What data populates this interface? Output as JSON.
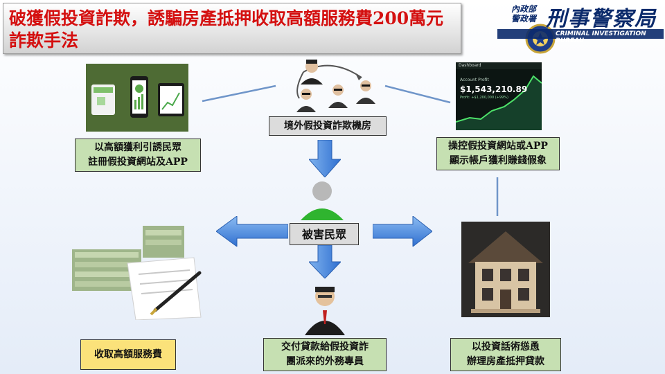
{
  "title": "破獲假投資詐欺，誘騙房產抵押收取高額服務費200萬元詐欺手法",
  "logo": {
    "agency_small": "內政部\n警政署",
    "agency_main": "刑事警察局",
    "agency_english": "CRIMINAL INVESTIGATION BUREAU"
  },
  "chart_screen": {
    "header": "Dashboard",
    "label": "Account Profit",
    "amount": "$1,543,210.89",
    "sub": "Profit: +$1,200,000 (+99%)"
  },
  "nodes": {
    "syndicate": "境外假投資詐欺機房",
    "lure": "以高額獲利引誘民眾\n註冊假投資網站及APP",
    "control": "操控假投資網站或APP\n顯示帳戶獲利賺錢假象",
    "victim": "被害民眾",
    "fee": "收取高額服務費",
    "loan_handover": "交付貸款給假投資詐\n團派來的外務專員",
    "mortgage": "以投資話術慫恿\n辦理房產抵押貸款"
  },
  "colors": {
    "title_red": "#d41010",
    "label_green": "#c6e0b2",
    "label_yellow": "#fbe27a",
    "arrow_blue": "#4a86d8"
  }
}
